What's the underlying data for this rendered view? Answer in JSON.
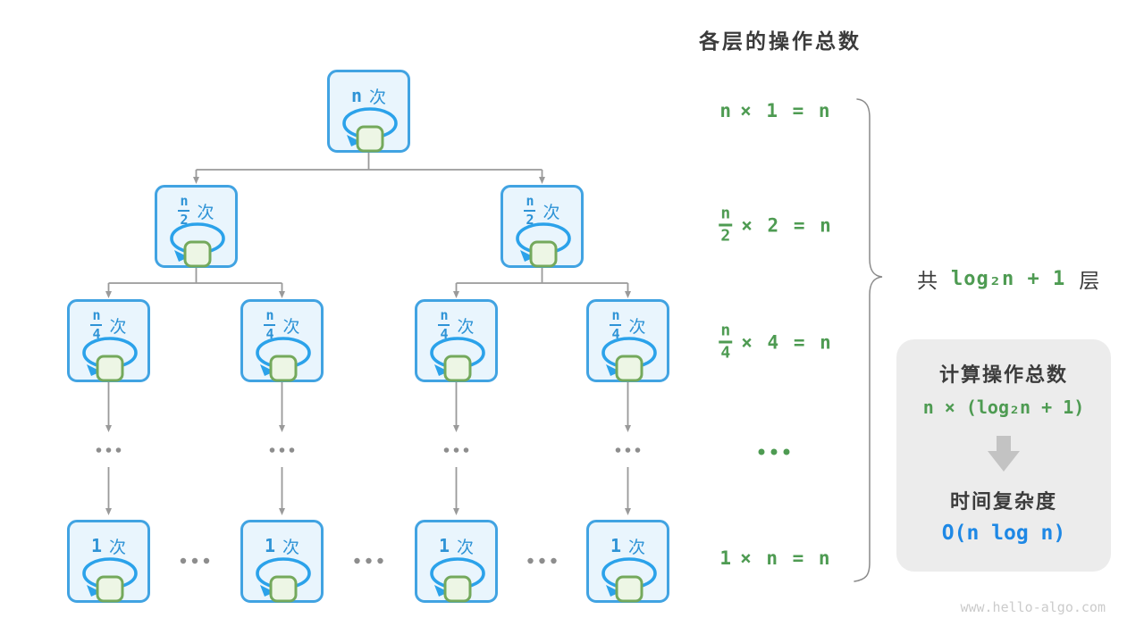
{
  "title": "各层的操作总数",
  "tree": {
    "root": {
      "base": "n",
      "suffix": "次"
    },
    "level2": [
      {
        "num": "n",
        "den": "2",
        "suffix": "次"
      },
      {
        "num": "n",
        "den": "2",
        "suffix": "次"
      }
    ],
    "level3": [
      {
        "num": "n",
        "den": "4",
        "suffix": "次"
      },
      {
        "num": "n",
        "den": "4",
        "suffix": "次"
      },
      {
        "num": "n",
        "den": "4",
        "suffix": "次"
      },
      {
        "num": "n",
        "den": "4",
        "suffix": "次"
      }
    ],
    "bottom": [
      {
        "base": "1",
        "suffix": "次"
      },
      {
        "base": "1",
        "suffix": "次"
      },
      {
        "base": "1",
        "suffix": "次"
      },
      {
        "base": "1",
        "suffix": "次"
      }
    ],
    "column_ellipsis": "...",
    "row_ellipsis": "..."
  },
  "formulas": [
    {
      "type": "plain",
      "factor": "n",
      "rest": "× 1 = n"
    },
    {
      "type": "frac",
      "num": "n",
      "den": "2",
      "rest": "× 2 = n"
    },
    {
      "type": "frac",
      "num": "n",
      "den": "4",
      "rest": "× 4 = n"
    },
    {
      "type": "ellipsis",
      "text": "..."
    },
    {
      "type": "plain",
      "factor": "1",
      "rest": "× n = n"
    }
  ],
  "brace": {
    "prefix": "共",
    "code": "log₂n + 1",
    "suffix": "层"
  },
  "panel": {
    "title_ops": "计算操作总数",
    "formula_ops": "n × (log₂n + 1)",
    "title_tc": "时间复杂度",
    "formula_tc": "O(n log n)"
  },
  "watermark": "www.hello-algo.com",
  "colors": {
    "green": "#4e9b52",
    "blue": "#1e88e5",
    "node_blue": "#2e93d6",
    "node_border": "#41a3e2",
    "node_fill": "#e9f5fd",
    "loop_blue": "#2ba2ea",
    "square_fill": "#edf6e5",
    "square_border": "#74a95c",
    "line_gray": "#9a9a9a",
    "panel_bg": "#ececec"
  }
}
